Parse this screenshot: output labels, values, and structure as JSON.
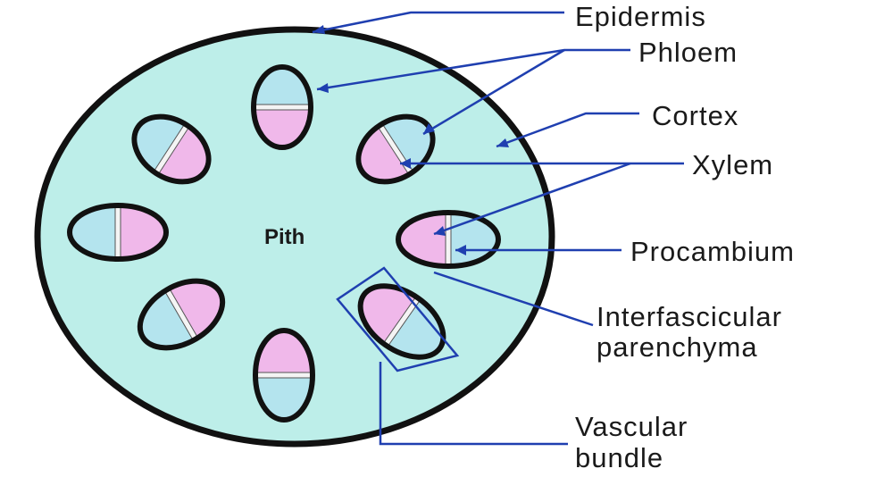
{
  "labels": {
    "epidermis": "Epidermis",
    "phloem": "Phloem",
    "cortex": "Cortex",
    "xylem": "Xylem",
    "procambium": "Procambium",
    "interfascicular_line1": "Interfascicular",
    "interfascicular_line2": "parenchyma",
    "vascular_line1": "Vascular",
    "vascular_line2": "bundle",
    "pith": "Pith"
  },
  "colors": {
    "cortex_fill": "#bdeee9",
    "phloem_fill": "#b4e4ee",
    "xylem_fill": "#f0b8ea",
    "outline": "#111111",
    "pointer_lines": "#1f3fb0",
    "procambium_band": "#6a6a8a"
  },
  "diagram": {
    "vascular_bundle_count": 8
  }
}
